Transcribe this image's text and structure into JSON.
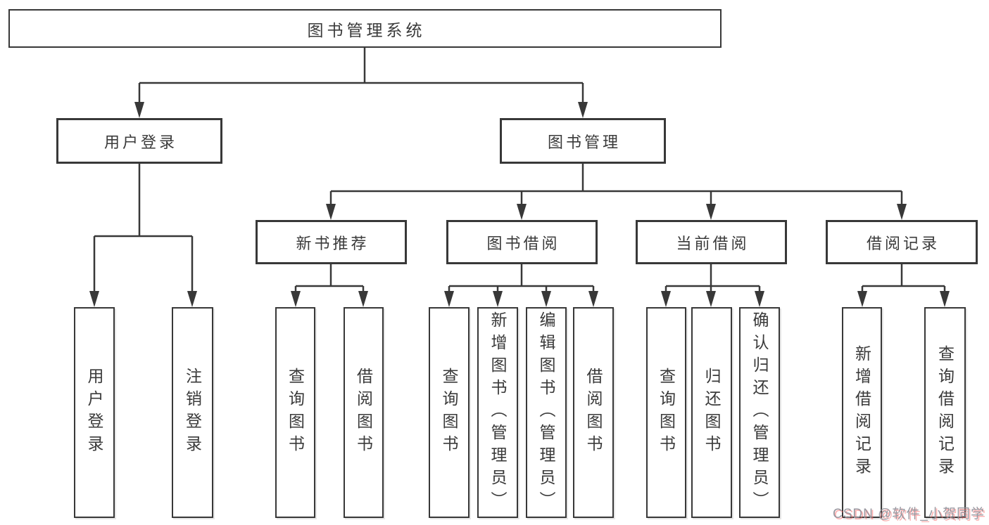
{
  "tree": {
    "label": "图书管理系统",
    "children": [
      {
        "label": "用户登录",
        "children": [
          {
            "label": "用户登录"
          },
          {
            "label": "注销登录"
          }
        ]
      },
      {
        "label": "图书管理",
        "children": [
          {
            "label": "新书推荐",
            "children": [
              {
                "label": "查询图书"
              },
              {
                "label": "借阅图书"
              }
            ]
          },
          {
            "label": "图书借阅",
            "children": [
              {
                "label": "查询图书"
              },
              {
                "label": "新增图书（管理员）"
              },
              {
                "label": "编辑图书（管理员）"
              },
              {
                "label": "借阅图书"
              }
            ]
          },
          {
            "label": "当前借阅",
            "children": [
              {
                "label": "查询图书"
              },
              {
                "label": "归还图书"
              },
              {
                "label": "确认归还（管理员）"
              }
            ]
          },
          {
            "label": "借阅记录",
            "children": [
              {
                "label": "新增借阅记录"
              },
              {
                "label": "查询借阅记录"
              }
            ]
          }
        ]
      }
    ]
  },
  "watermark": {
    "text": "CSDN @软件_小贺同学"
  },
  "colors": {
    "line": "#383838",
    "box_border": "#383838",
    "text": "#3a3a3a",
    "background": "#ffffff",
    "watermark_gray": "#94949c",
    "watermark_red": "#fa7070"
  }
}
